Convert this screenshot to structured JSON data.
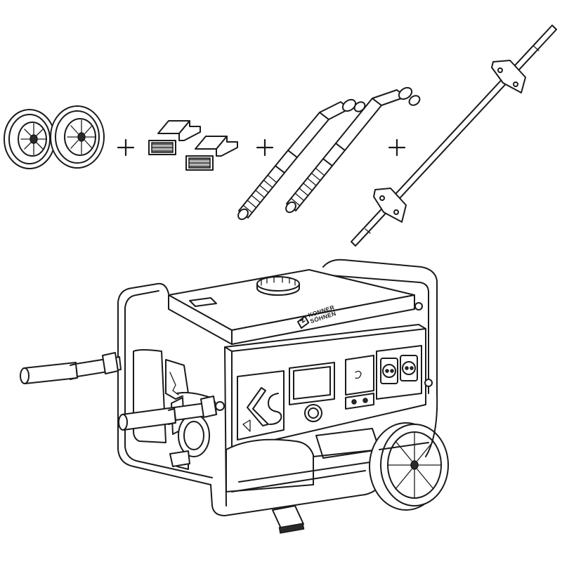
{
  "brand": {
    "line1": "KONNER",
    "line2": "SÖHNEN",
    "mark": "KS"
  },
  "icons": [
    "wheel-icon",
    "plus-icon",
    "foot-bracket-icon",
    "handle-icon",
    "axle-icon",
    "generator-icon"
  ]
}
